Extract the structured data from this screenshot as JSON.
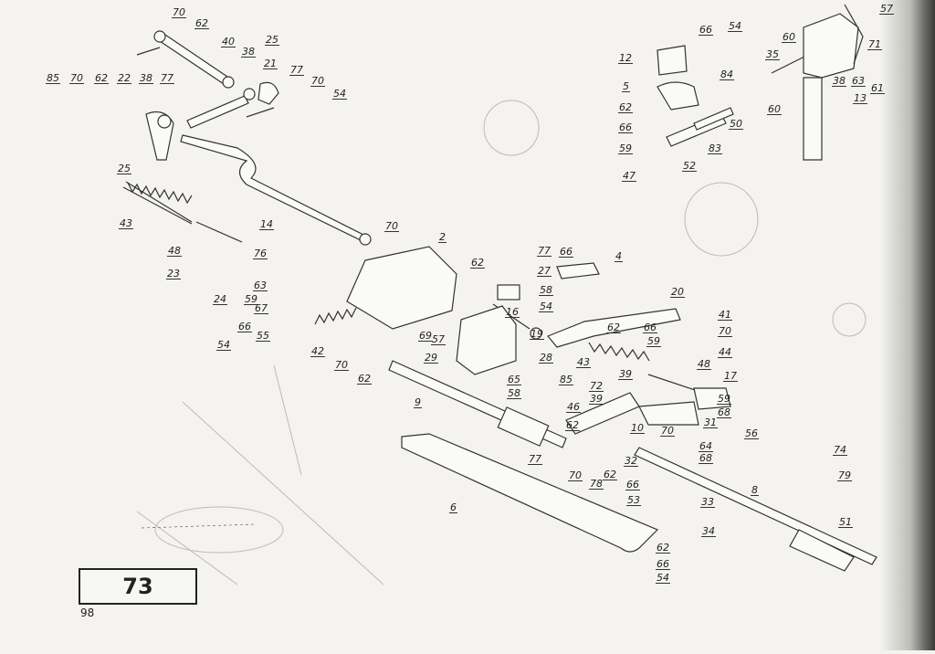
{
  "page": {
    "figure_number": "73",
    "page_number": "98"
  },
  "labels": [
    "70",
    "62",
    "40",
    "25",
    "38",
    "21",
    "77",
    "70",
    "54",
    "85",
    "70",
    "62",
    "22",
    "38",
    "77",
    "25",
    "43",
    "14",
    "48",
    "23",
    "24",
    "59",
    "70",
    "2",
    "76",
    "63",
    "67",
    "55",
    "66",
    "54",
    "42",
    "70",
    "62",
    "69",
    "57",
    "29",
    "9",
    "62",
    "77",
    "27",
    "58",
    "54",
    "16",
    "19",
    "66",
    "4",
    "20",
    "62",
    "66",
    "59",
    "41",
    "70",
    "44",
    "43",
    "48",
    "28",
    "85",
    "65",
    "58",
    "39",
    "72",
    "39",
    "46",
    "17",
    "59",
    "68",
    "62",
    "10",
    "70",
    "31",
    "56",
    "64",
    "68",
    "62",
    "70",
    "77",
    "78",
    "32",
    "66",
    "53",
    "33",
    "8",
    "34",
    "62",
    "66",
    "54",
    "6",
    "74",
    "79",
    "51",
    "57",
    "66",
    "54",
    "12",
    "60",
    "35",
    "71",
    "84",
    "38",
    "63",
    "61",
    "5",
    "13",
    "62",
    "50",
    "60",
    "66",
    "59",
    "83",
    "52",
    "47"
  ]
}
